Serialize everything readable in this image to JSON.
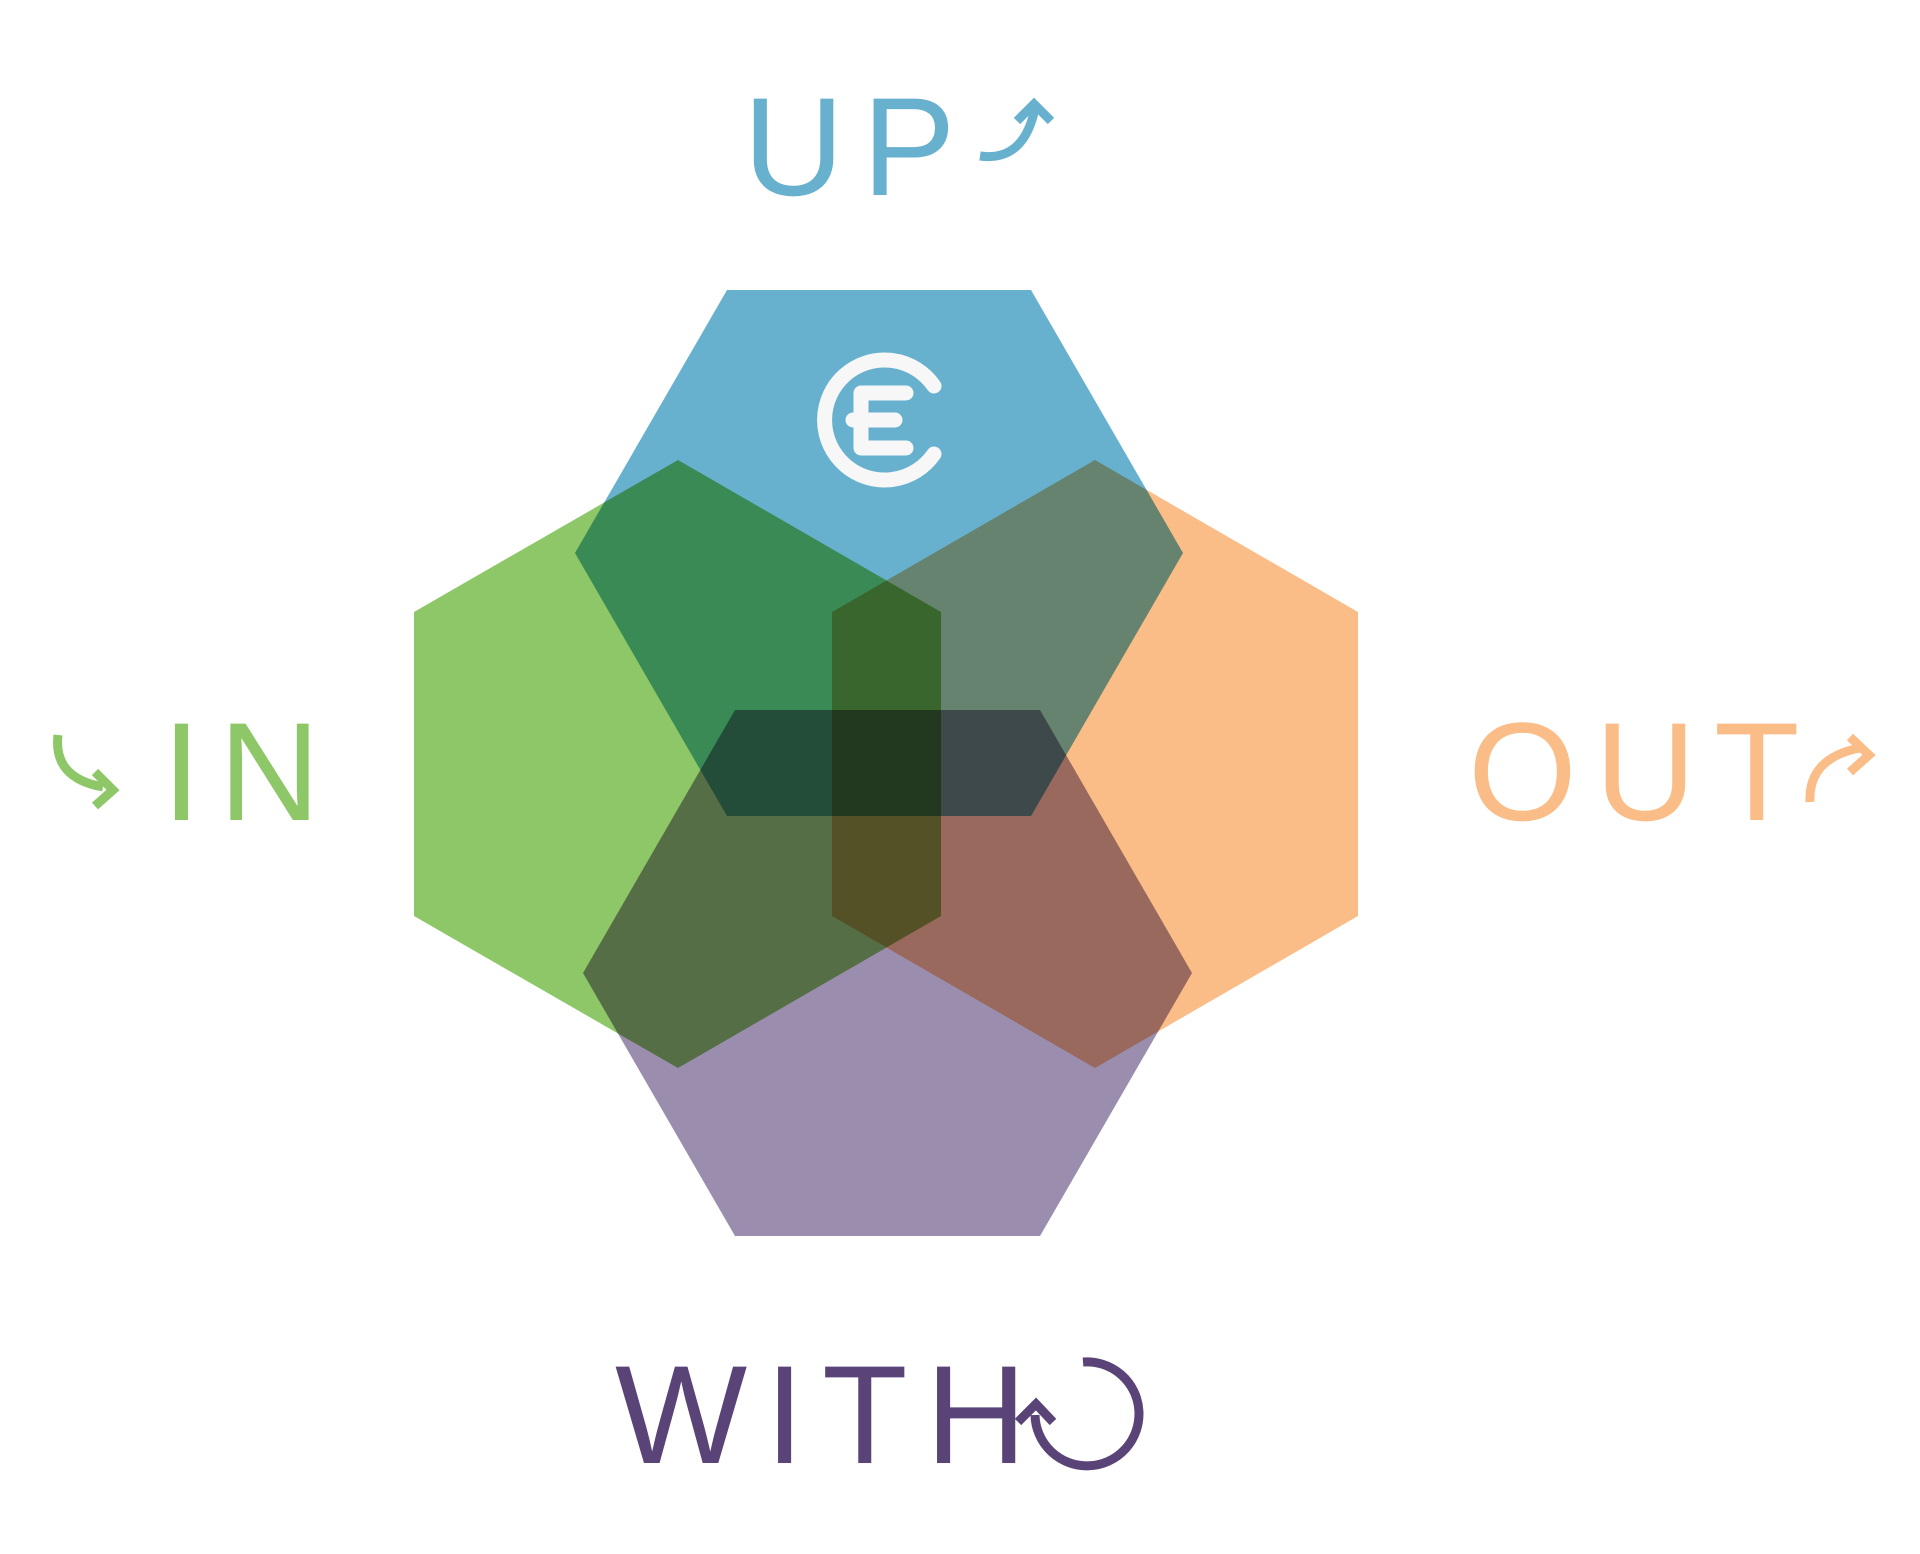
{
  "diagram": {
    "labels": {
      "up": "UP",
      "in": "IN",
      "out": "OUT",
      "with": "WITH"
    },
    "colors": {
      "up": "#67b1cf",
      "in": "#8dc767",
      "out": "#fbbd87",
      "with": "#9b8dad",
      "with_text": "#5a4377",
      "euro_icon": "#f7f7f7"
    },
    "center_icon": "euro-icon",
    "arrow_icons": {
      "up": "curved-arrow-up-right-icon",
      "in": "curved-arrow-down-right-icon",
      "out": "curved-arrow-up-right-icon",
      "with": "circular-arrow-icon"
    }
  }
}
